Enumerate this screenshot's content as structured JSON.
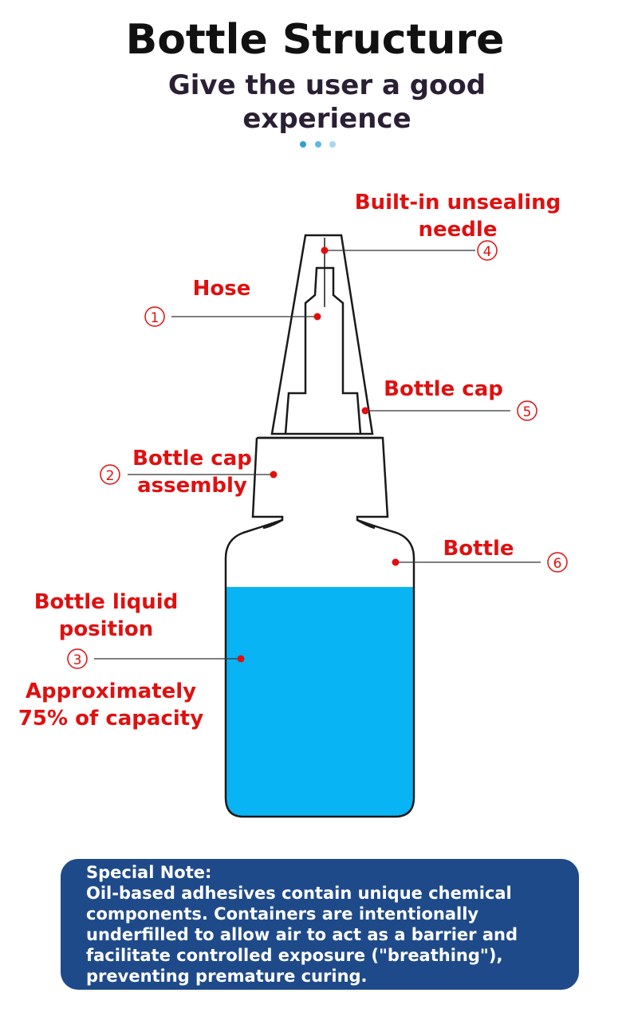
{
  "header": {
    "title": "Bottle Structure",
    "subtitle": "Give the user a good experience"
  },
  "colors": {
    "label": "#e01010",
    "liquid": "#09b4f4",
    "note_bg": "#1f4a8a",
    "dots": [
      "#2e9fd6",
      "#5fb8e2",
      "#a8d6ee"
    ]
  },
  "labels": {
    "needle": "Built-in unsealing needle",
    "hose": "Hose",
    "cap": "Bottle cap",
    "cap_assembly": "Bottle cap assembly",
    "bottle": "Bottle",
    "liquid_position": "Bottle liquid position",
    "capacity": "Approximately 75% of capacity"
  },
  "numbers": {
    "hose": "①",
    "cap_assembly": "②",
    "liquid": "③",
    "needle": "④",
    "cap": "⑤",
    "bottle": "⑥"
  },
  "liquid_fill_percent": 75,
  "note": {
    "title": "Special Note:",
    "body": "Oil-based adhesives contain unique chemical components. Containers are intentionally underfilled to allow air to act as a barrier and facilitate controlled exposure (\"breathing\"), preventing premature curing."
  }
}
